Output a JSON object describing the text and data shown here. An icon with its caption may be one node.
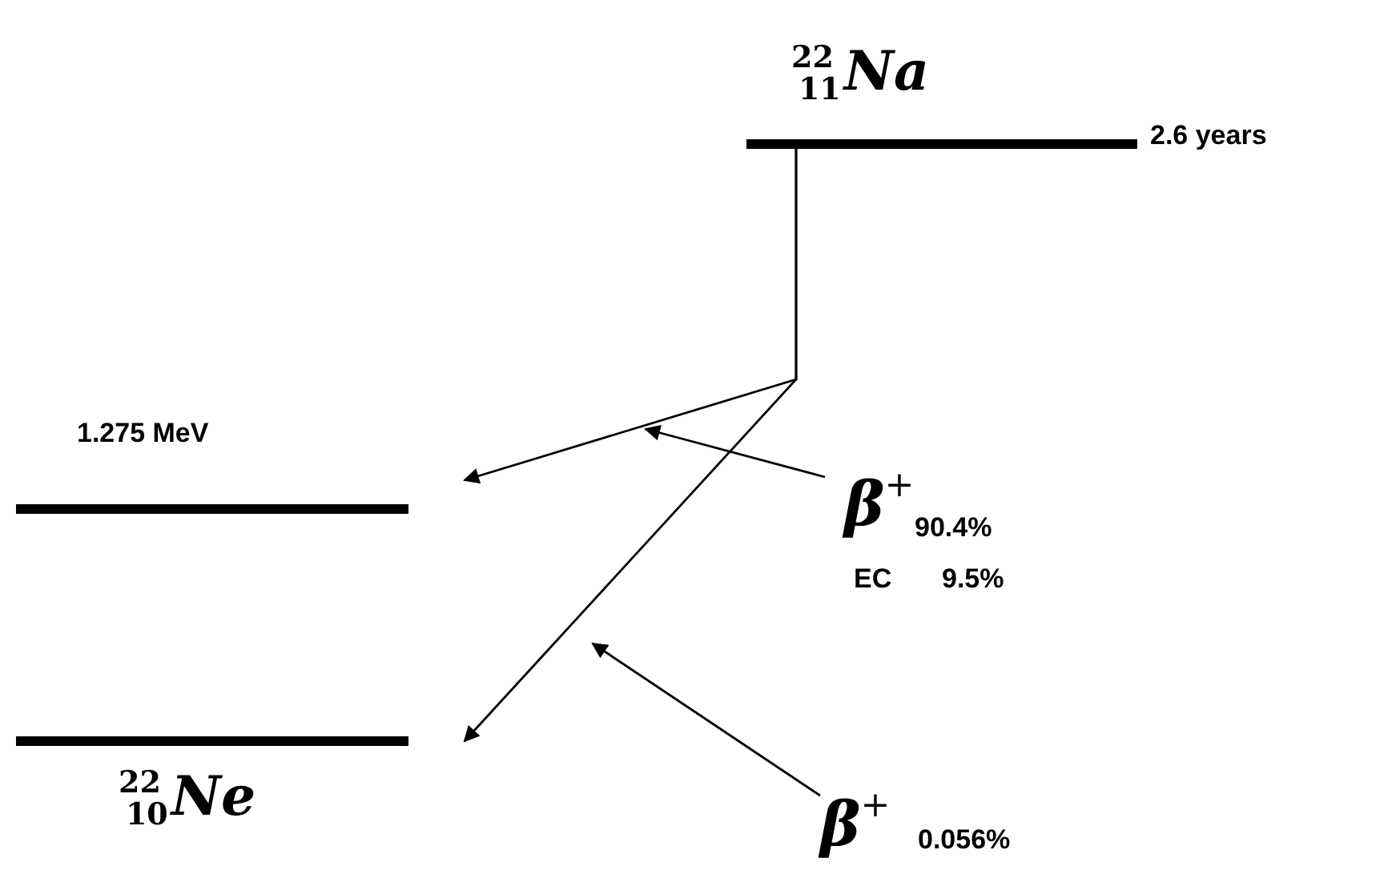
{
  "diagram": {
    "nodes": [
      {
        "text": [
          "$^{22}$$_{11}$Na"
        ],
        "beside": [
          "2.6 years"
        ]
      },
      {
        "text": [
          "1.275 MeV"
        ]
      },
      {
        "text": [
          "$^{22}$$_{10}$Ne"
        ]
      },
      {
        "text": [
          "β$^{+}$",
          "90.4%",
          "EC",
          "9.5%"
        ]
      },
      {
        "text": [
          "β$^{+}$",
          "0.056%"
        ]
      }
    ],
    "edges": [
      {
        "from": 0,
        "to": 1,
        "arrow": "to"
      },
      {
        "from": 0,
        "to": 2,
        "arrow": "to"
      },
      {
        "from": 3,
        "to": null,
        "arrow": "to"
      },
      {
        "from": 4,
        "to": null,
        "arrow": "to"
      }
    ]
  }
}
